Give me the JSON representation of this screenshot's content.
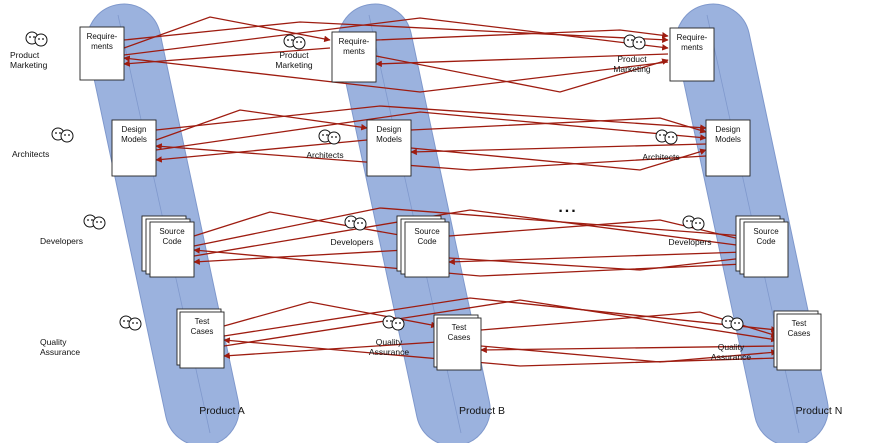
{
  "products": [
    {
      "label": "Product A"
    },
    {
      "label": "Product B"
    },
    {
      "label": "Product N"
    }
  ],
  "artifacts": [
    {
      "key": "req",
      "lines": [
        "Require-",
        "ments"
      ]
    },
    {
      "key": "design",
      "lines": [
        "Design",
        "Models"
      ]
    },
    {
      "key": "source",
      "lines": [
        "Source",
        "Code"
      ]
    },
    {
      "key": "test",
      "lines": [
        "Test",
        "Cases"
      ]
    }
  ],
  "roles": [
    {
      "key": "pm",
      "lines": [
        "Product",
        "Marketing"
      ]
    },
    {
      "key": "arch",
      "lines": [
        "Architects"
      ]
    },
    {
      "key": "dev",
      "lines": [
        "Developers"
      ]
    },
    {
      "key": "qa",
      "lines": [
        "Quality",
        "Assurance"
      ]
    }
  ],
  "ellipsis": "...",
  "colors": {
    "lane": "#9bb2de",
    "lane_stroke": "#7f98cc",
    "arrow": "#9e1c10",
    "doc_fill": "#ffffff",
    "doc_stroke": "#222222"
  }
}
